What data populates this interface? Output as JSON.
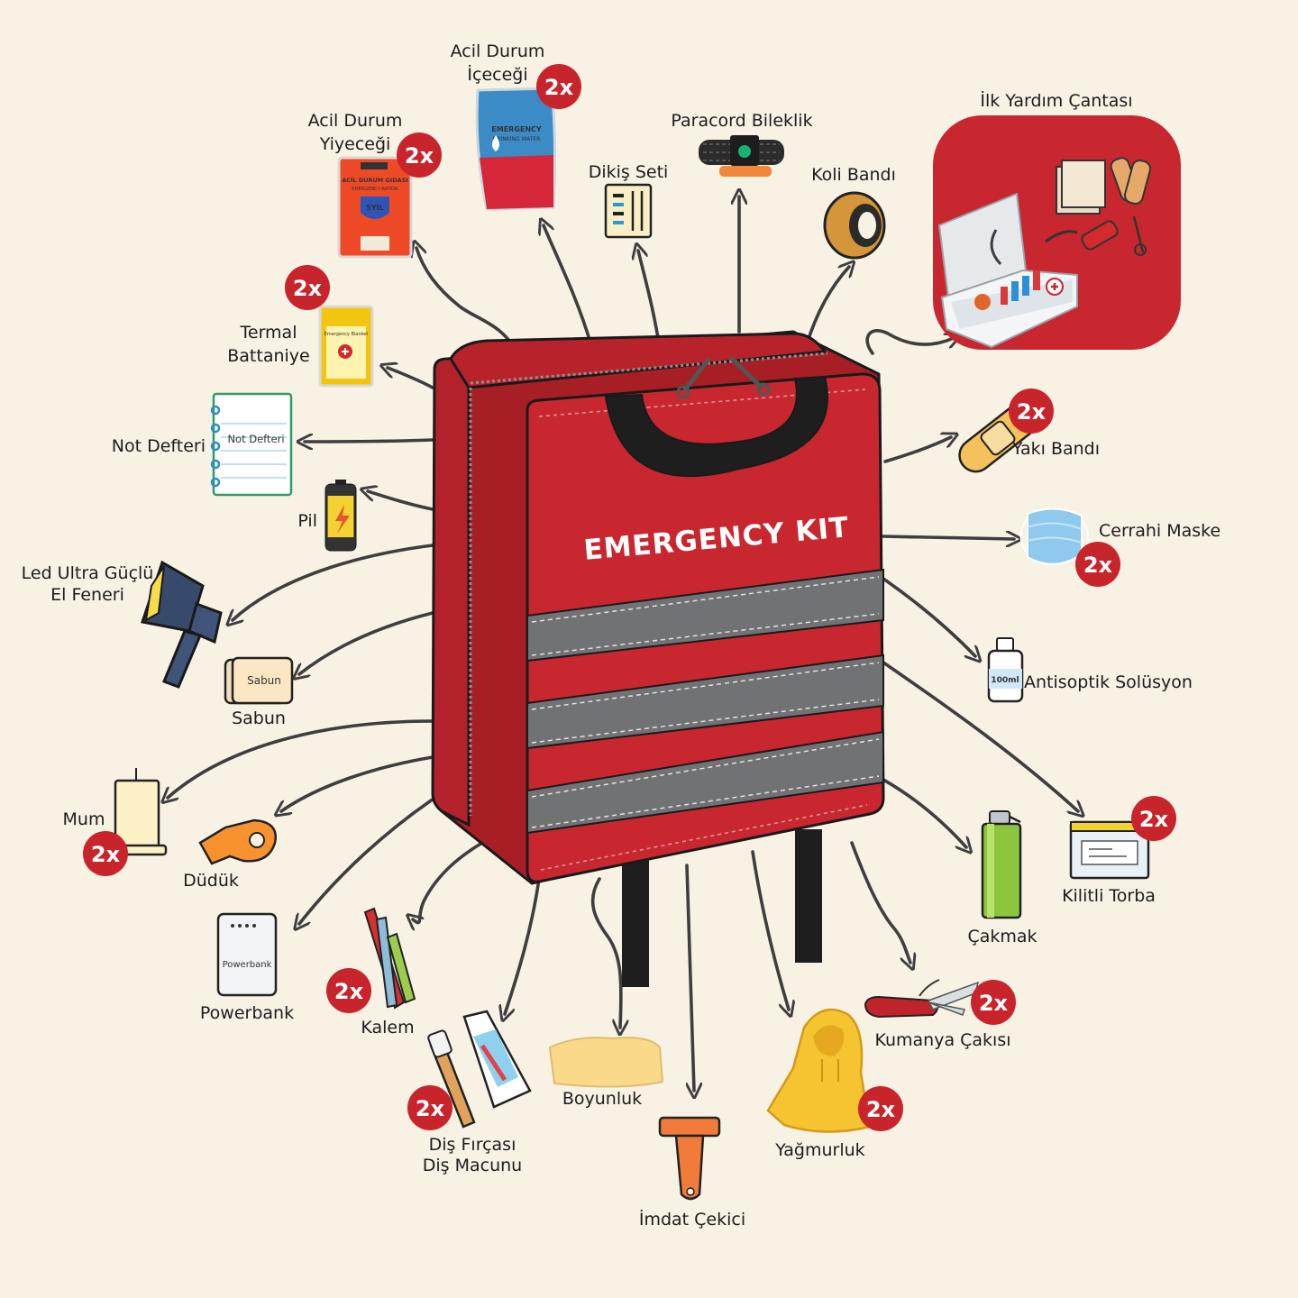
{
  "kit": {
    "title": "EMERGENCY KIT"
  },
  "badge": "2x",
  "items": {
    "acil_durum_icecegi": {
      "line1": "Acil Durum",
      "line2": "İçeceği"
    },
    "acil_durum_yiyecegi": {
      "line1": "Acil Durum",
      "line2": "Yiyeceği"
    },
    "dikis_seti": "Dikiş Seti",
    "paracord_bileklik": "Paracord Bileklik",
    "koli_bandi": "Koli Bandı",
    "ilk_yardim_cantasi": "İlk Yardım Çantası",
    "termal_battaniye": {
      "line1": "Termal",
      "line2": "Battaniye"
    },
    "not_defteri": "Not Defteri",
    "pil": "Pil",
    "led_fener": {
      "line1": "Led Ultra Güçlü",
      "line2": "El Feneri"
    },
    "sabun": "Sabun",
    "mum": "Mum",
    "duduk": "Düdük",
    "powerbank": "Powerbank",
    "kalem": "Kalem",
    "dis_fircasi": {
      "line1": "Diş Fırçası",
      "line2": "Diş Macunu"
    },
    "boyunluk": "Boyunluk",
    "imdat_cekici": "İmdat Çekici",
    "yagmurluk": "Yağmurluk",
    "kumanya_cakisi": "Kumanya Çakısı",
    "cakmak": "Çakmak",
    "kilitli_torba": "Kilitli Torba",
    "antiseptik": "Antisoptik Solüsyon",
    "cerrahi_maske": "Cerrahi Maske",
    "yaki_bandi": "Yakı Bandı"
  },
  "packaging": {
    "drink_pack_text": "EMERGENCY",
    "drink_pack_sub": "DRINKING WATER",
    "food_pack_text": "ACİL DURUM GIDASI",
    "food_pack_sub": "EMERGENCY RATION",
    "food_pack_badge": "5YIL",
    "blanket_pack_text": "Emergency Blanket",
    "notebook_cover": "Not Defteri",
    "soap_label": "Sabun",
    "powerbank_label": "Powerbank",
    "bottle_label": "100ml"
  },
  "colors": {
    "background": "#f8f2e5",
    "kit_red": "#c8272f",
    "badge_red": "#c8242b",
    "reflective_gray": "#707274",
    "arrow": "#3e3e3e"
  }
}
